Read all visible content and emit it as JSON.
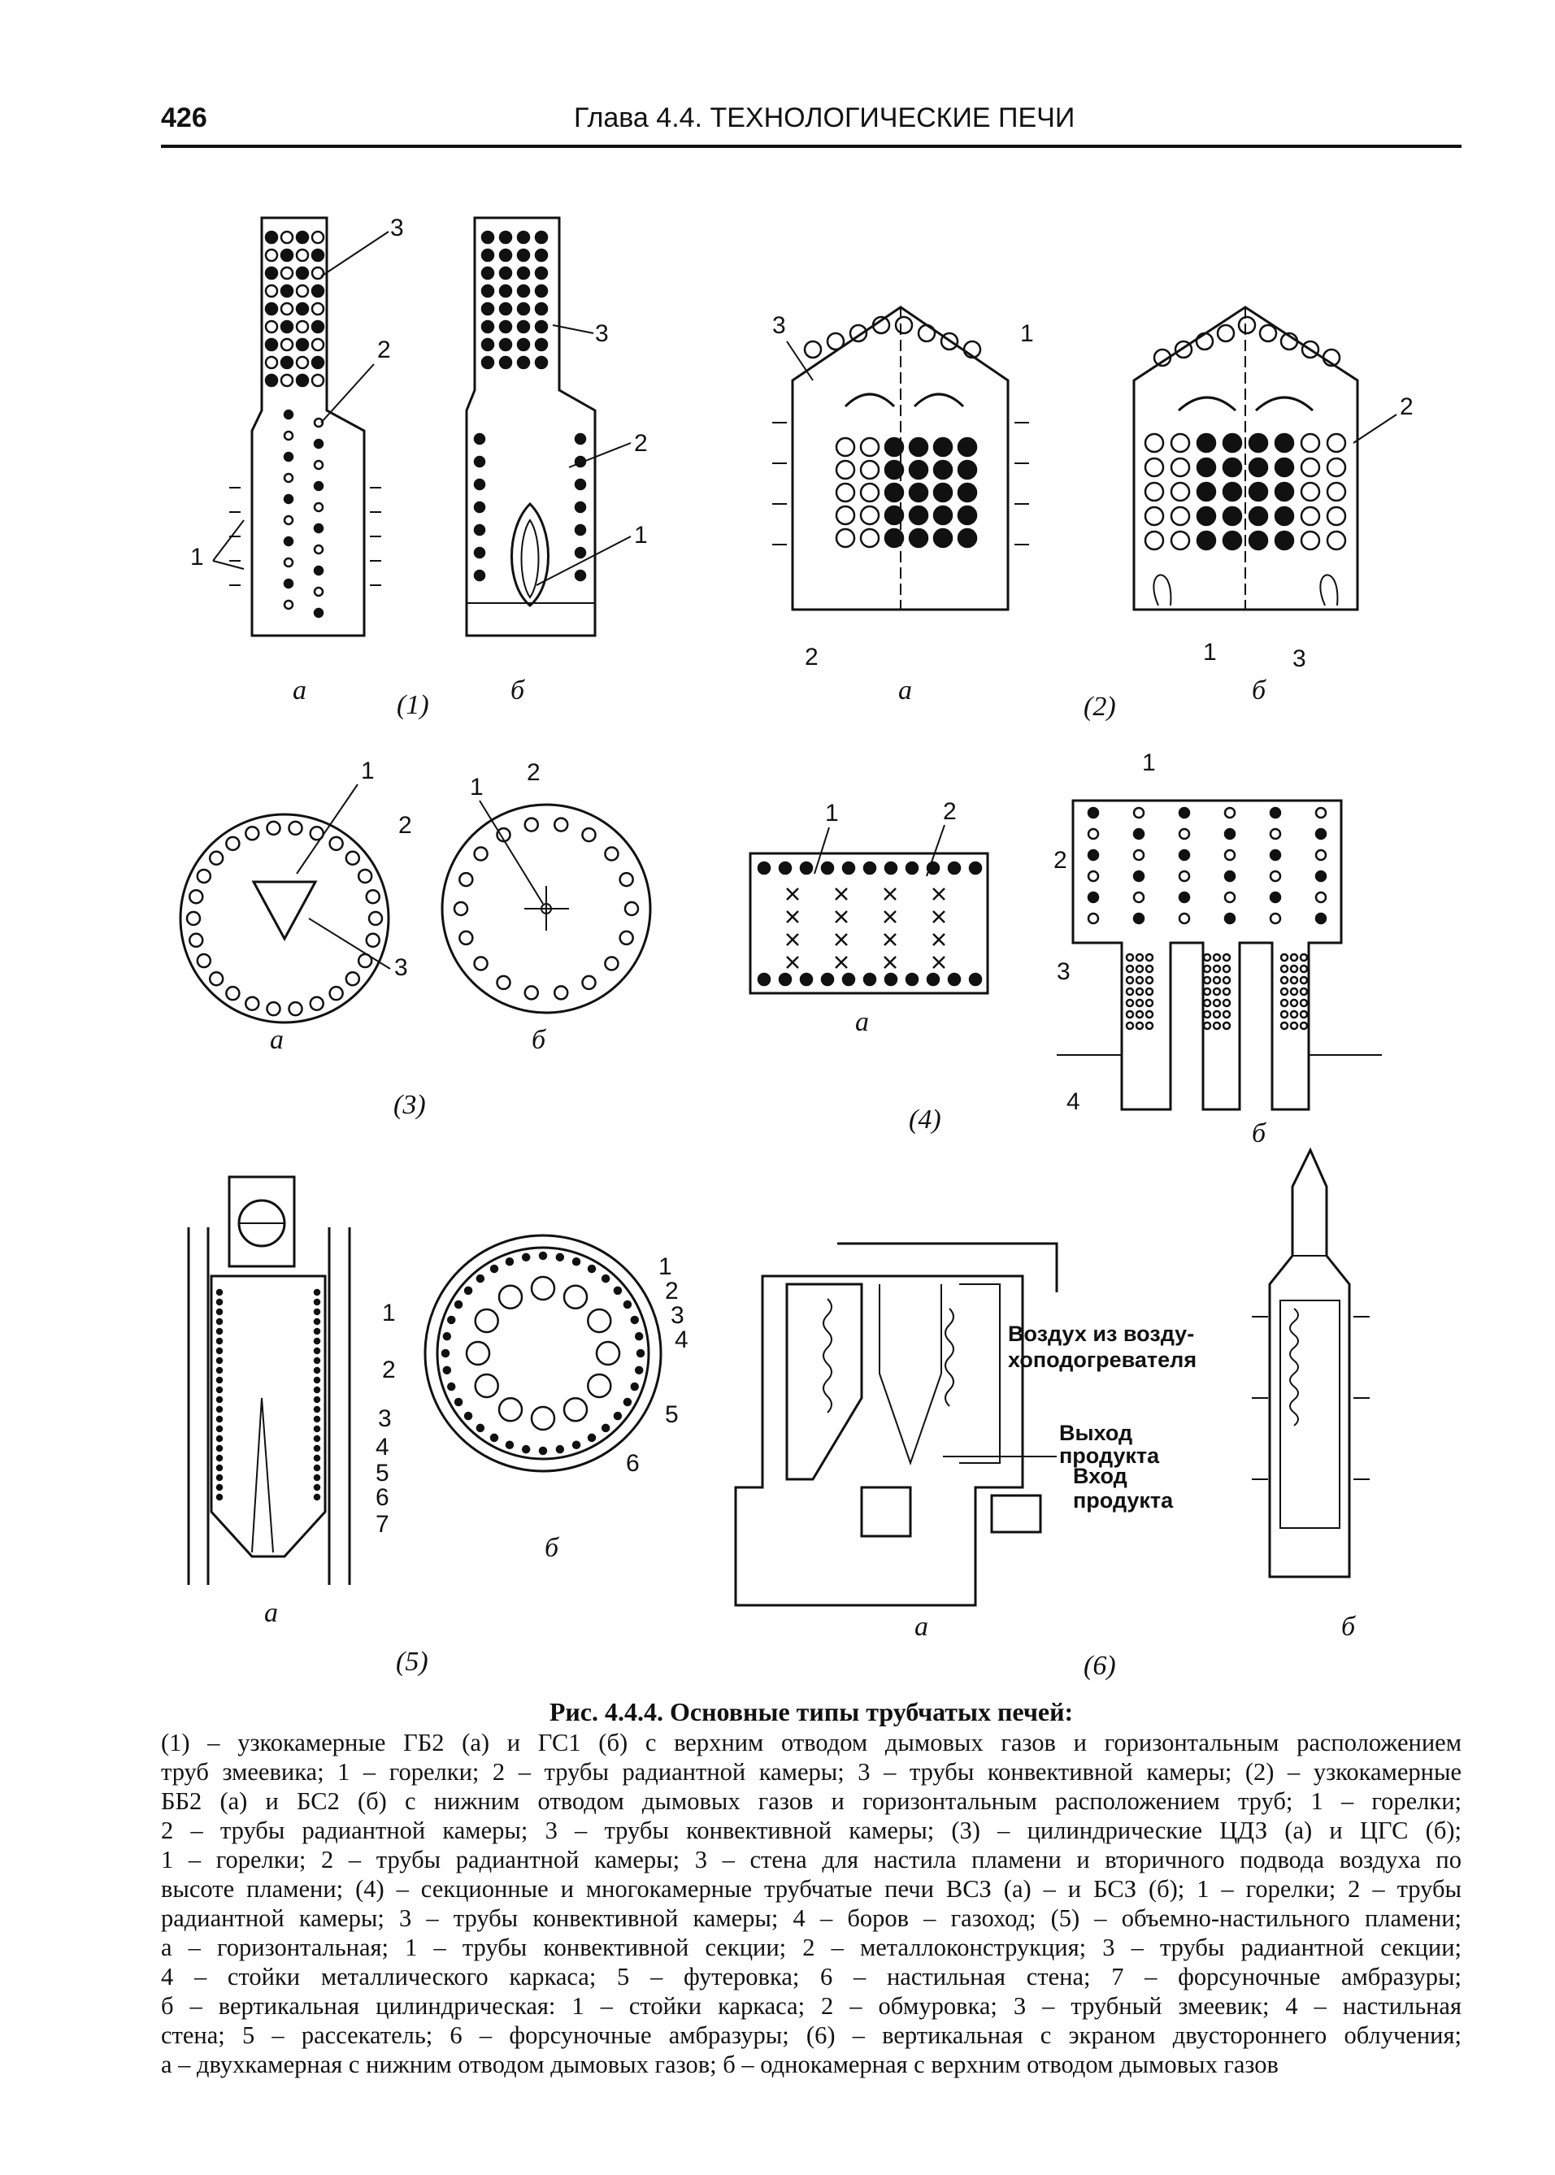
{
  "header": {
    "page_number": "426",
    "running_title": "Глава 4.4. ТЕХНОЛОГИЧЕСКИЕ ПЕЧИ"
  },
  "figure": {
    "groups": [
      "(1)",
      "(2)",
      "(3)",
      "(4)",
      "(5)",
      "(6)"
    ],
    "sub_a": "а",
    "sub_b": "б",
    "callouts": [
      "1",
      "2",
      "3",
      "4",
      "5",
      "6",
      "7"
    ],
    "annotations": {
      "air": "Воздух из возду-",
      "air2": "хоподогревателя",
      "out1": "Выход",
      "out2": "продукта",
      "in1": "Вход",
      "in2": "продукта"
    }
  },
  "caption": {
    "title": "Рис. 4.4.4. Основные типы трубчатых печей:",
    "lines": [
      "(1) – узкокамерные ГБ2 (а) и ГС1 (б) с верхним отводом дымовых газов и горизонтальным расположением",
      "труб змеевика; 1 – горелки; 2 – трубы радиантной камеры; 3 – трубы конвективной камеры; (2) – узкокамерные",
      "ББ2 (а) и БС2 (б) с нижним отводом дымовых газов и горизонтальным расположением труб; 1 – горелки;",
      "2 – трубы радиантной камеры; 3 – трубы конвективной камеры; (3) – цилиндрические ЦДЗ (а) и ЦГС (б);",
      "1 – горелки; 2 – трубы радиантной камеры; 3 – стена для настила пламени и вторичного подвода воздуха по",
      "высоте пламени; (4) – секционные и многокамерные трубчатые печи ВСЗ (а) – и БСЗ (б); 1 – горелки; 2 – трубы",
      "радиантной камеры; 3 – трубы конвективной камеры; 4 – боров – газоход; (5) – объемно-настильного пламени;",
      "а – горизонтальная; 1 – трубы конвективной секции; 2 – металлоконструкция; 3 – трубы радиантной секции;",
      "4 – стойки металлического каркаса; 5 – футеровка; 6 – настильная стена; 7 – форсуночные амбразуры;",
      "б – вертикальная цилиндрическая: 1 – стойки каркаса; 2 – обмуровка; 3 – трубный змеевик; 4 – настильная",
      "стена; 5 – рассекатель; 6 – форсуночные амбразуры; (6) – вертикальная с экраном двустороннего облучения;",
      "а – двухкамерная с нижним отводом дымовых газов; б – однокамерная с верхним отводом дымовых газов"
    ]
  }
}
